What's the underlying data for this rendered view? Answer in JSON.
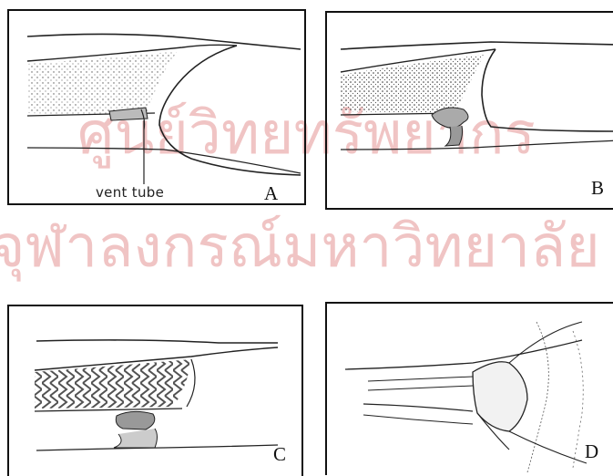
{
  "watermark": {
    "line1": "ศูนย์วิทยทรัพยากร",
    "line2": "จุฬาลงกรณ์มหาวิทยาลัย",
    "color": "#f0c4c4"
  },
  "panels": [
    {
      "id": "A",
      "letter": "A",
      "callout": "vent tube"
    },
    {
      "id": "B",
      "letter": "B"
    },
    {
      "id": "C",
      "letter": "C"
    },
    {
      "id": "D",
      "letter": "D"
    }
  ],
  "colors": {
    "ink": "#222222",
    "frame": "#111111"
  }
}
